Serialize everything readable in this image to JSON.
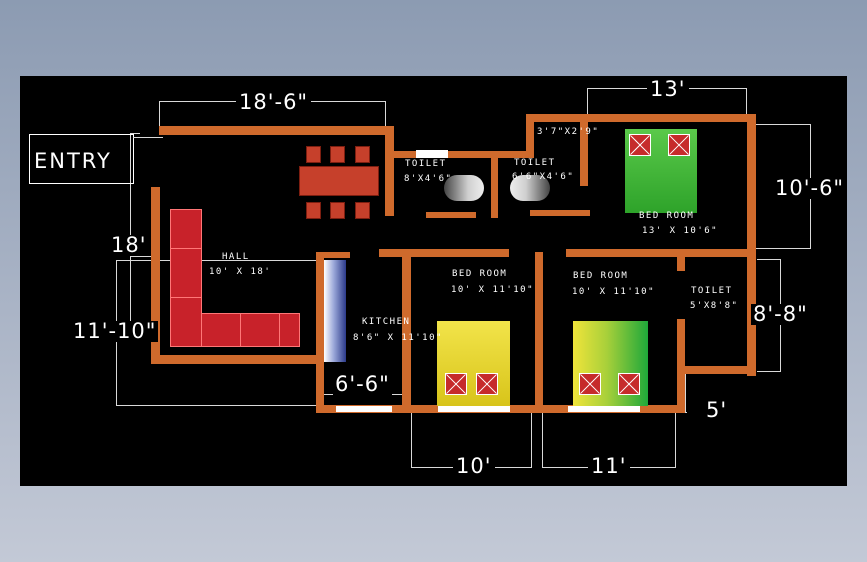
{
  "labels": {
    "entry": "ENTRY",
    "hall_name": "HALL",
    "hall_size": "10' X 18'",
    "kitchen_name": "KITCHEN",
    "kitchen_size": "8'6\" X 11'10\"",
    "toilet1_name": "TOILET",
    "toilet1_size": "8'X4'6\"",
    "toilet2_name": "TOILET",
    "toilet2_size": "6'6\"X4'6\"",
    "toilet3_name": "TOILET",
    "toilet3_size": "5'X8'8\"",
    "passage_size": "3'7\"X2'9\"",
    "bedroom1_name": "BED ROOM",
    "bedroom1_size": "13' X 10'6\"",
    "bedroom2_name": "BED ROOM",
    "bedroom2_size": "10' X 11'10\"",
    "bedroom3_name": "BED ROOM",
    "bedroom3_size": "10' X 11'10\""
  },
  "dimensions": {
    "top_left": "18'-6\"",
    "top_right": "13'",
    "right_upper": "10'-6\"",
    "right_lower": "8'-8\"",
    "right_small": "5'",
    "left_upper": "18'",
    "left_lower": "11'-10\"",
    "kitchen_width": "6'-6\"",
    "bottom_left": "10'",
    "bottom_right": "11'"
  },
  "colors": {
    "background": "#000000",
    "wall": "#cf6a2c",
    "dimension_line": "#d9d9d9",
    "text": "#ffffff",
    "sofa": "#c8222a",
    "dining_table": "#c6402b",
    "bed_green": "#33b030",
    "bed_yellow": "#e8d820"
  }
}
